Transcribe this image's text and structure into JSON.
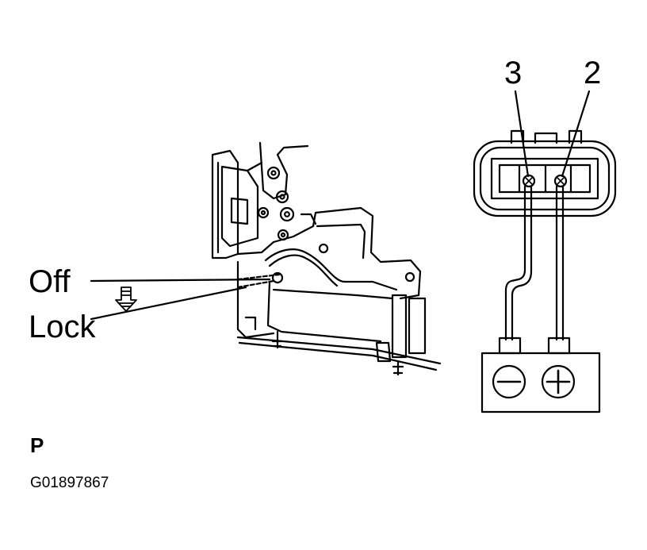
{
  "labels": {
    "off": "Off",
    "lock": "Lock",
    "terminal_3": "3",
    "terminal_2": "2",
    "view_letter": "P",
    "figure_code": "G01897867"
  },
  "icons": {
    "direction_arrow": "down-arrow-icon",
    "battery_negative": "minus-icon",
    "battery_positive": "plus-icon"
  },
  "colors": {
    "ink": "#000000",
    "background": "#ffffff"
  }
}
